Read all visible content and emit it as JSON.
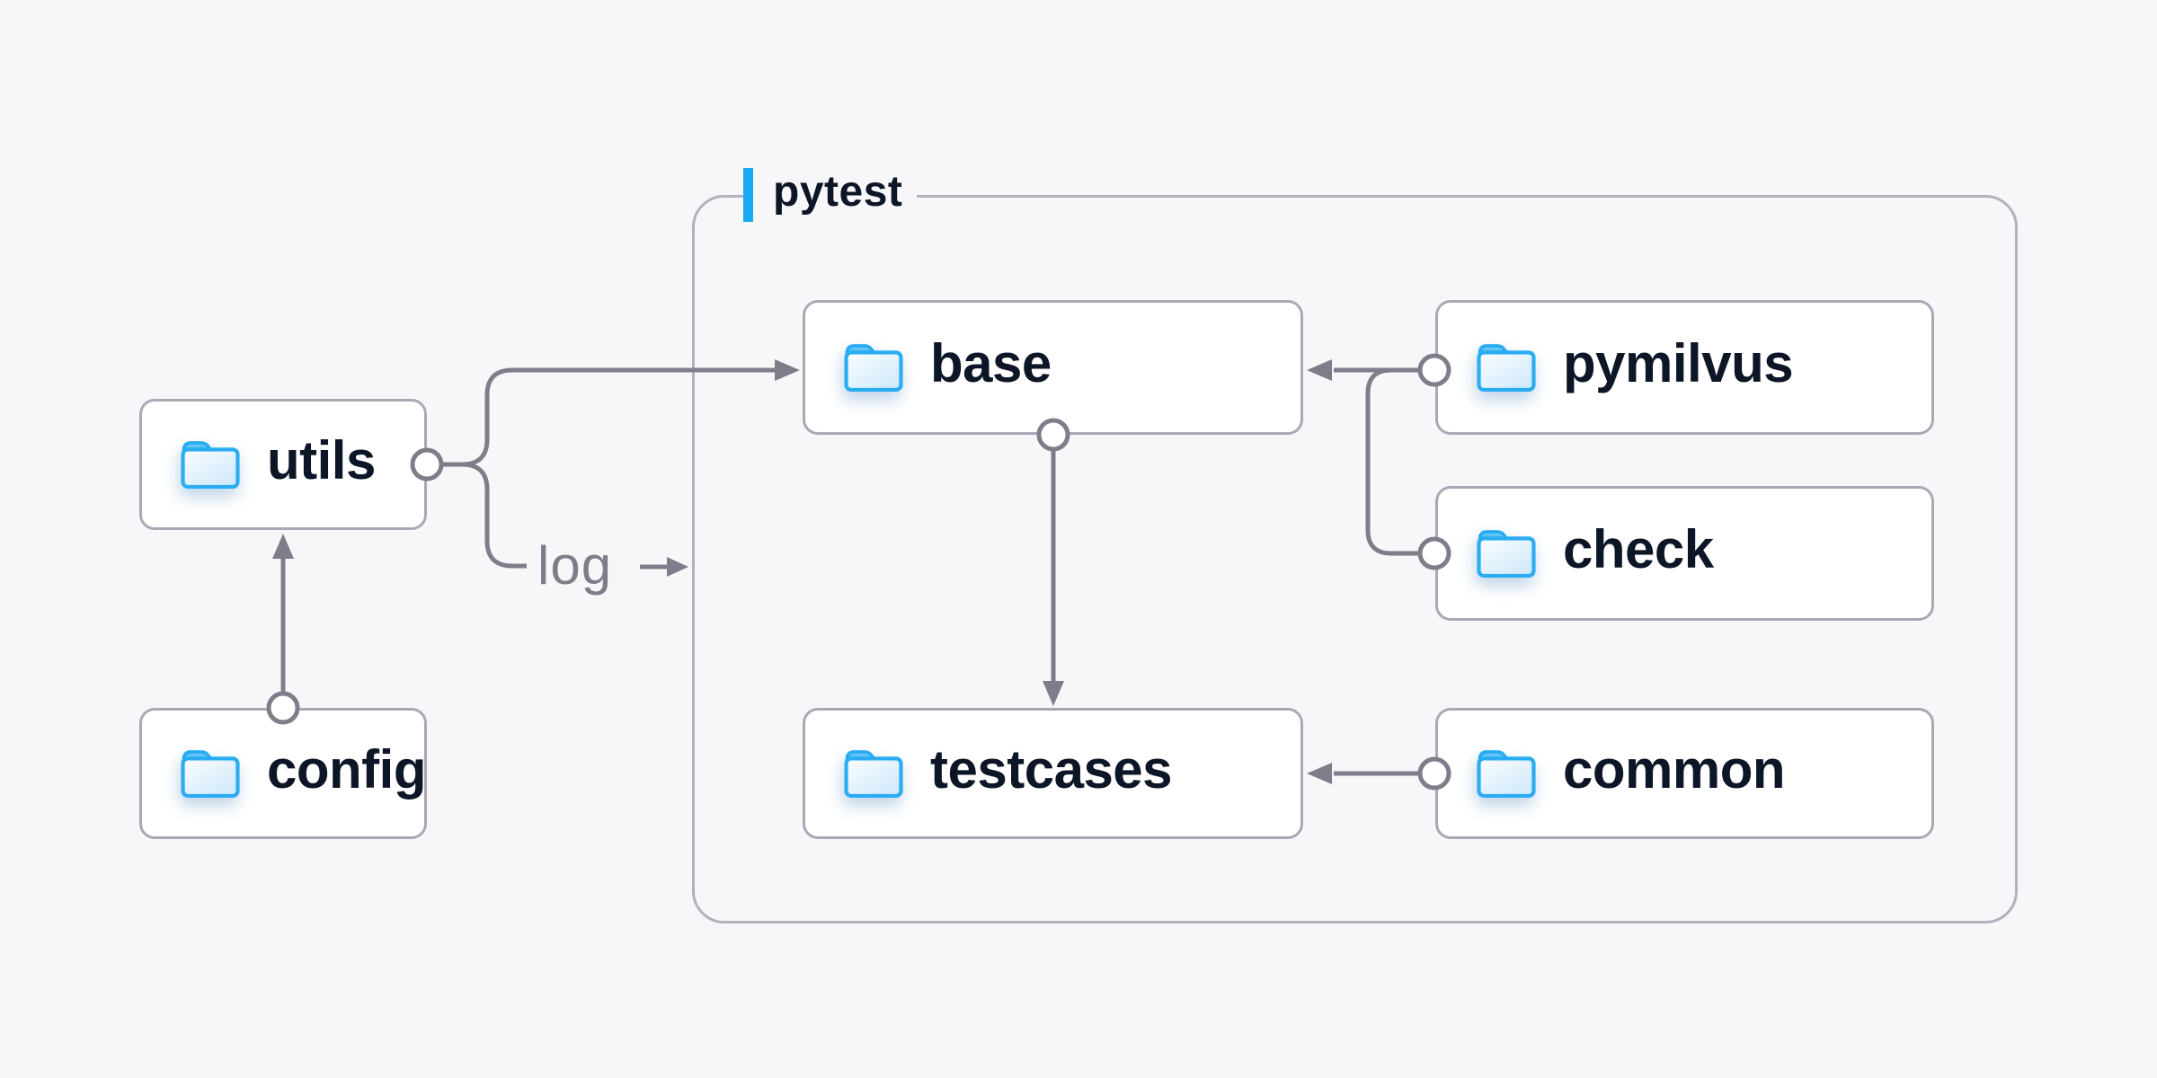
{
  "container": {
    "label": "pytest"
  },
  "annotation": {
    "log_label": "log"
  },
  "nodes": {
    "utils": {
      "label": "utils",
      "icon": "folder-icon",
      "inside_pytest": false
    },
    "config": {
      "label": "config",
      "icon": "folder-icon",
      "inside_pytest": false
    },
    "base": {
      "label": "base",
      "icon": "folder-icon",
      "inside_pytest": true
    },
    "pymilvus": {
      "label": "pymilvus",
      "icon": "folder-icon",
      "inside_pytest": true
    },
    "check": {
      "label": "check",
      "icon": "folder-icon",
      "inside_pytest": true
    },
    "testcases": {
      "label": "testcases",
      "icon": "folder-icon",
      "inside_pytest": true
    },
    "common": {
      "label": "common",
      "icon": "folder-icon",
      "inside_pytest": true
    }
  },
  "edges": [
    {
      "from": "config",
      "to": "utils",
      "arrow_into": "utils-bottom"
    },
    {
      "from": "utils",
      "to": "base",
      "arrow_into": "base-left"
    },
    {
      "from": "utils",
      "to": "log",
      "label": "log",
      "arrow_into": "pytest-container"
    },
    {
      "from": "pymilvus",
      "to": "base",
      "arrow_into": "base-right"
    },
    {
      "from": "check",
      "to": "base",
      "arrow_into": "base-right (merges with pymilvus edge)"
    },
    {
      "from": "base",
      "to": "testcases",
      "arrow_into": "testcases-top"
    },
    {
      "from": "common",
      "to": "testcases",
      "arrow_into": "testcases-left"
    }
  ],
  "colors": {
    "background": "#f7f7f9",
    "node_fill": "#ffffff",
    "node_border": "#a9a9b6",
    "container_border": "#b2b2bf",
    "connector_gray": "#7e7e8a",
    "label_text": "#0d1626",
    "muted_text": "#7e7e8a",
    "accent_blue": "#18aaf2",
    "folder_blue": "#2aacf2"
  }
}
